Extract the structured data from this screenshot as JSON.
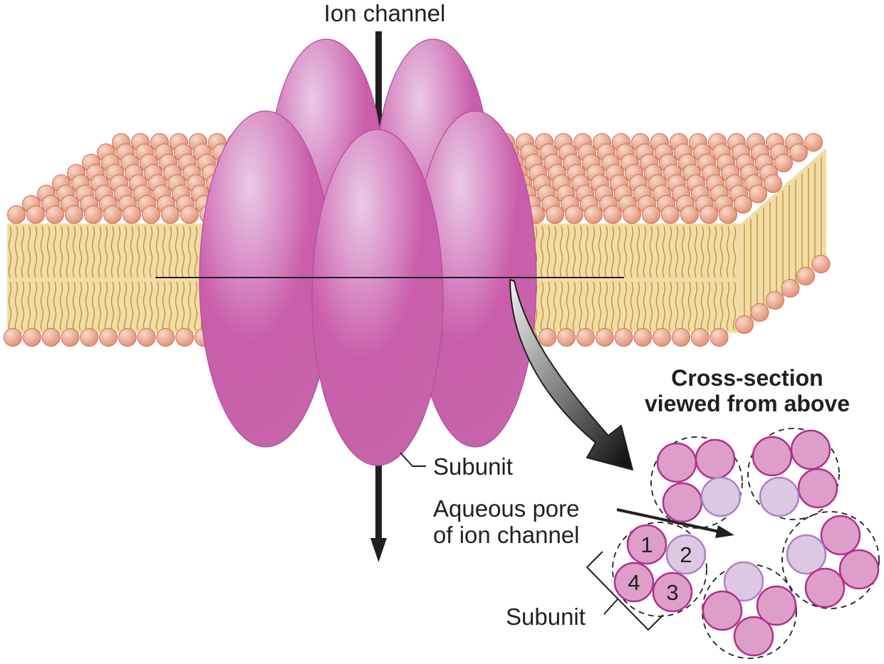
{
  "labels": {
    "ion_channel": "Ion channel",
    "subunit_top": "Subunit",
    "aqueous_pore_line1": "Aqueous pore",
    "aqueous_pore_line2": "of ion channel",
    "cross_section_line1": "Cross-section",
    "cross_section_line2": "viewed from above",
    "subunit_bottom": "Subunit"
  },
  "subunit_numbers": [
    "1",
    "2",
    "3",
    "4"
  ],
  "colors": {
    "lipid_head": "#e9a184",
    "lipid_tail": "#f2dca6",
    "protein": "#c35aa5",
    "protein_light": "#e8c6e2",
    "subunit_fill": "#dd9ec9",
    "subunit_stroke": "#b0308a",
    "subunit_pale": "#ddc8e3",
    "subunit_pale_stroke": "#ac82c2"
  }
}
